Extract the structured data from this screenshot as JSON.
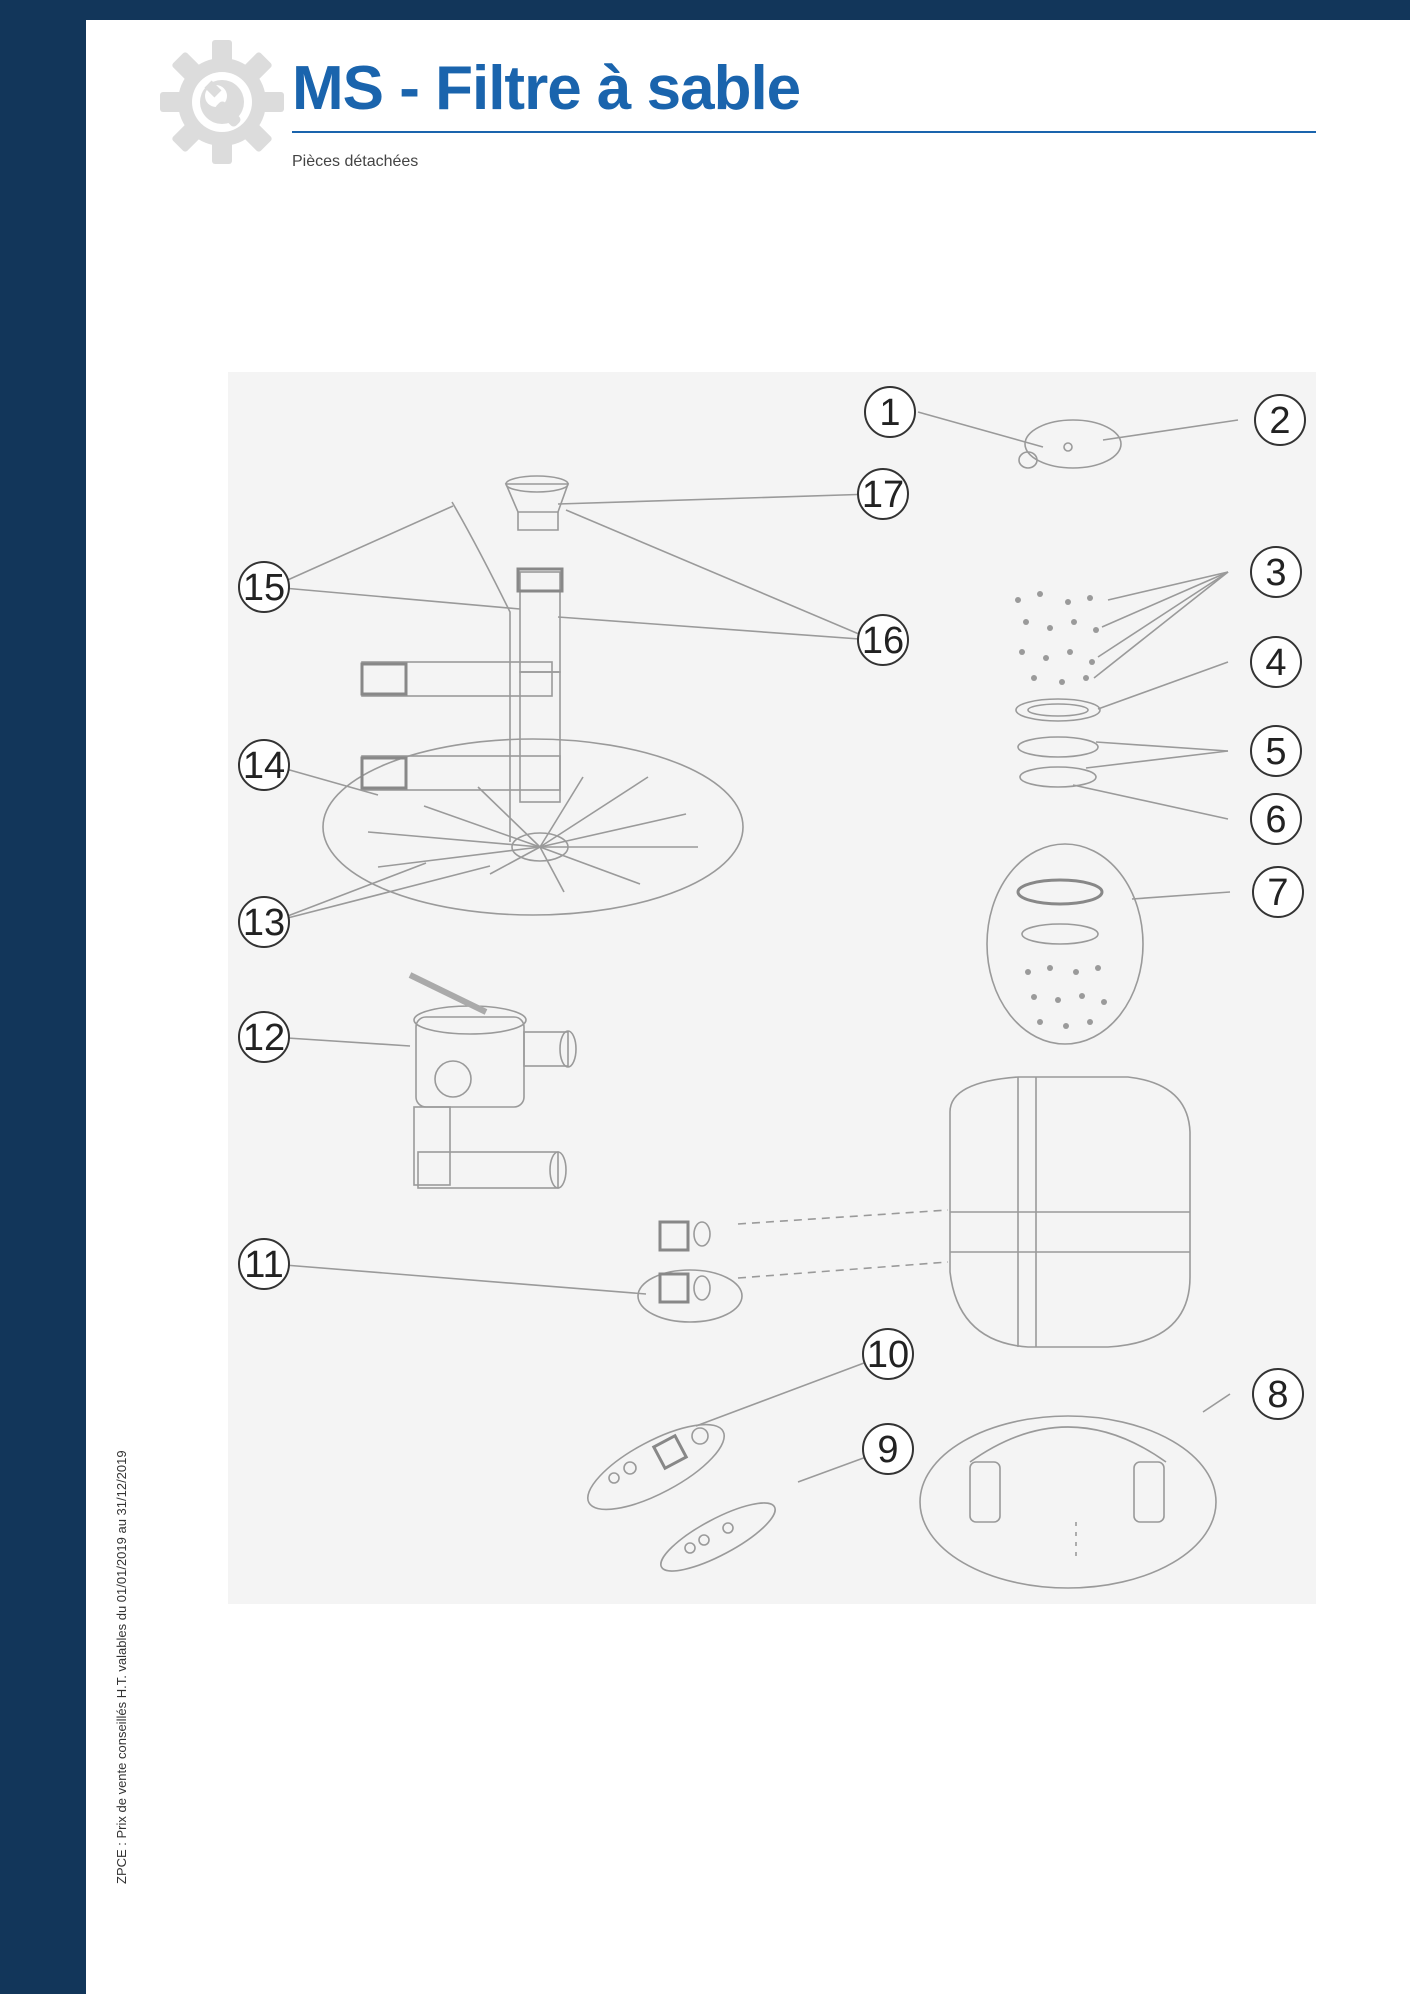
{
  "header": {
    "title": "MS - Filtre à sable",
    "subtitle": "Pièces détachées"
  },
  "side_note": "ZPCE : Prix de vente conseillés H.T. valables du 01/01/2019 au 31/12/2019",
  "icons": {
    "header_icon": "gear-wrench-icon"
  },
  "colors": {
    "band": "#12365a",
    "title": "#1a64ad"
  },
  "diagram": {
    "callouts": [
      "1",
      "2",
      "3",
      "4",
      "5",
      "6",
      "7",
      "8",
      "9",
      "10",
      "11",
      "12",
      "13",
      "14",
      "15",
      "16",
      "17"
    ]
  }
}
